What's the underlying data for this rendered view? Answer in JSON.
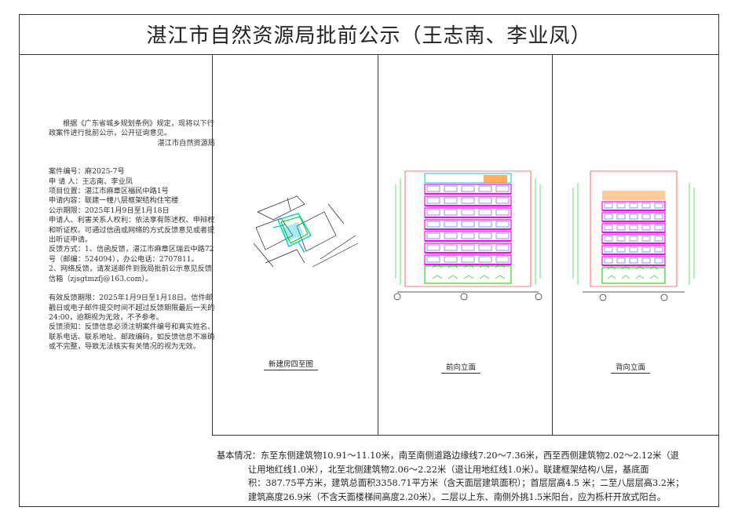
{
  "title": "湛江市自然资源局批前公示（王志南、李业凤）",
  "notice": {
    "intro": "根据《广东省城乡规划条例》规定，现将以下行政案件进行批前公示，公开征询意见。",
    "issuer": "湛江市自然资源局",
    "case_no": "案件编号：麻2025-7号",
    "applicant": "申 请 人：王志南、李业凤",
    "location": "项目位置：湛江市麻章区福民中路1号",
    "content": "申请内容：联建一幢八层框架结构住宅楼",
    "period": "公示期限：2025年1月9日至1月18日",
    "rights": "申请人、利害关系人权利：依法享有陈述权、申辩权和听证权。可通过信函或网络的方式反馈意见或者提出听证申请。",
    "feedback_1": "反馈方式：1、信函反馈，湛江市麻章区瑞云中路72号（邮编：524094），办公电话：2707811。",
    "feedback_2": "2、网络反馈，请发送邮件到我局批前公示意见反馈信箱（zjsgtmzfj@163.com）。",
    "valid_period": "有效反馈期限：2025年1月9日至1月18日。信件邮戳日或电子邮件提交时间不超过反馈期限最后一天的24:00，逾期视为无效，不予参考。",
    "instructions": "反馈须知：反馈信息必须注明案件编号和真实姓名、联系电话、联系地址、邮政编码，如反馈信息不准确或不完整，导致无法核实有关情况的视为无效。"
  },
  "panels": {
    "site_plan_caption": "新建房四至图",
    "front_caption": "前向立面",
    "back_caption": "背向立面"
  },
  "basic_info": {
    "label": "基本情况：",
    "line1": "东至东侧建筑物10.91～11.10米，南至南侧道路边缘线7.20～7.36米，西至西侧建筑物2.02～2.12米（退",
    "line2": "让用地红线1.0米），北至北侧建筑物2.06～2.22米（退让用地红线1.0米）。联建框架结构八层，基底面",
    "line3": "积：387.75平方米，建筑总面积3358.71平方米（含天面层建筑面积）；首层层高4.5 米；二至八层层高3.2米；",
    "line4": "建筑高度26.9米（不含天面楼梯间高度2.20米）。二层以上东、南侧外挑1.5米阳台，应为栎杆开放式阳台。"
  },
  "colors": {
    "floor_magenta": "#ff00ff",
    "green": "#00cc00",
    "red": "#ff0000",
    "cyan": "#00c8d8",
    "orange": "#ff8c1a",
    "blue": "#3c50ff"
  }
}
